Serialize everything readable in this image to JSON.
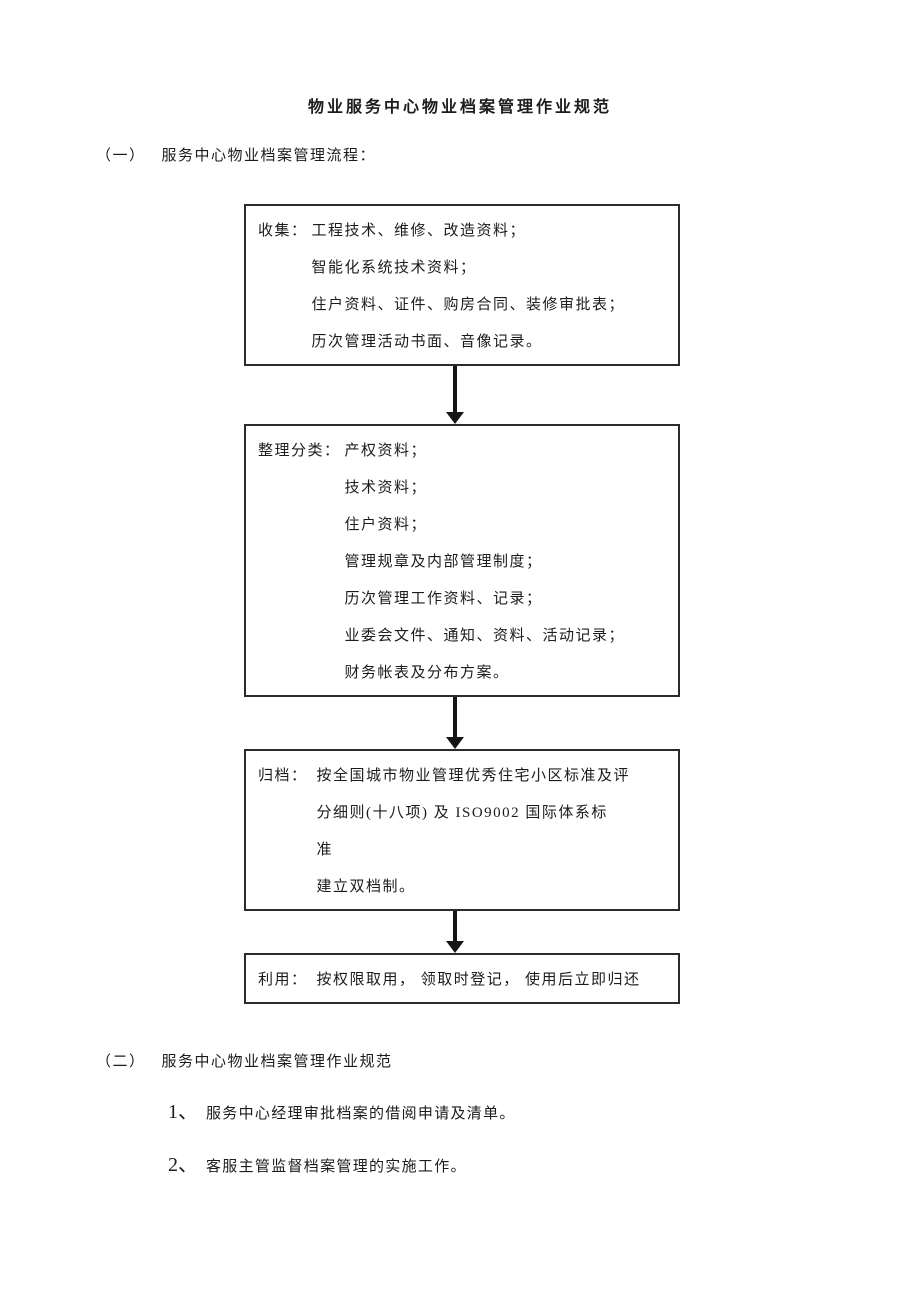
{
  "title": "物业服务中心物业档案管理作业规范",
  "section1": {
    "number": "（一）",
    "text": "服务中心物业档案管理流程："
  },
  "flowchart": {
    "boxes": [
      {
        "label": "收集：",
        "lines": [
          "工程技术、维修、改造资料；",
          "智能化系统技术资料；",
          "住户资料、证件、购房合同、装修审批表；",
          "历次管理活动书面、音像记录。"
        ]
      },
      {
        "label": "整理分类：",
        "lines": [
          "产权资料；",
          "技术资料；",
          "住户资料；",
          "管理规章及内部管理制度；",
          "历次管理工作资料、记录；",
          "业委会文件、通知、资料、活动记录；",
          "财务帐表及分布方案。"
        ]
      },
      {
        "label": "归档：",
        "lines": [
          "按全国城市物业管理优秀住宅小区标准及评",
          "分细则(十八项)  及  ISO9002  国际体系标",
          "准",
          "建立双档制。"
        ]
      },
      {
        "label": "利用：",
        "lines": [
          "按权限取用，  领取时登记，  使用后立即归还"
        ]
      }
    ]
  },
  "section2": {
    "number": "（二）",
    "text": "服务中心物业档案管理作业规范",
    "items": [
      {
        "number": "1、",
        "text": "服务中心经理审批档案的借阅申请及清单。"
      },
      {
        "number": "2、",
        "text": "客服主管监督档案管理的实施工作。"
      }
    ]
  },
  "colors": {
    "background": "#ffffff",
    "text": "#1c1c1c",
    "box_border": "#2b2b2b",
    "arrow": "#151515"
  }
}
